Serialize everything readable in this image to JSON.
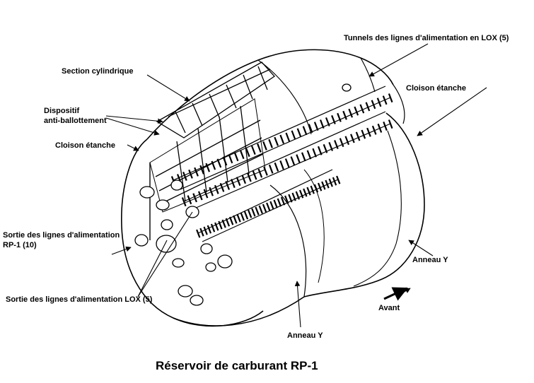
{
  "title": "Réservoir de carburant RP-1",
  "labels": {
    "tunnels_lox": "Tunnels des lignes d'alimentation en LOX (5)",
    "section_cylindrique": "Section cylindrique",
    "cloison_etanche_right": "Cloison étanche",
    "dispositif_line1": "Dispositif",
    "dispositif_line2": "anti-ballottement",
    "cloison_etanche_left": "Cloison étanche",
    "sortie_rp1_line1": "Sortie des lignes d'alimentation",
    "sortie_rp1_line2": "RP-1 (10)",
    "anneau_y_right": "Anneau Y",
    "avant": "Avant",
    "sortie_lox": "Sortie des lignes d'alimentation LOX (5)",
    "anneau_y_bottom": "Anneau Y"
  },
  "colors": {
    "ink": "#000000",
    "paper": "#ffffff"
  }
}
